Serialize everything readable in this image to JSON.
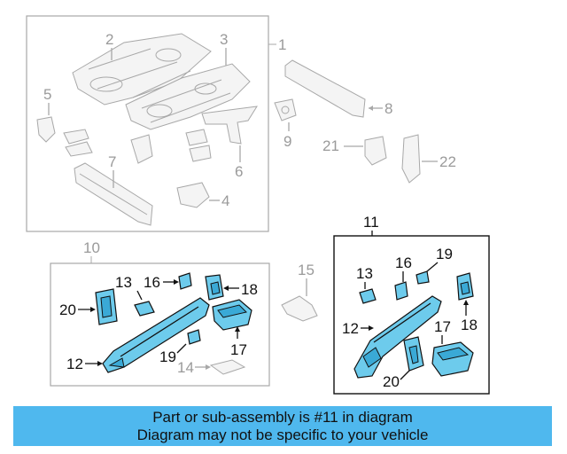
{
  "colors": {
    "highlight": "#6dcbec",
    "banner": "#4fb8ee",
    "ghost_outline": "#a8a8a8"
  },
  "callouts": {
    "c1": "1",
    "c2": "2",
    "c3": "3",
    "c4": "4",
    "c5": "5",
    "c6": "6",
    "c7": "7",
    "c8": "8",
    "c9": "9",
    "c10": "10",
    "c11": "11",
    "c12a": "12",
    "c12b": "12",
    "c13a": "13",
    "c13b": "13",
    "c14": "14",
    "c15": "15",
    "c16a": "16",
    "c16b": "16",
    "c17a": "17",
    "c17b": "17",
    "c18a": "18",
    "c18b": "18",
    "c19a": "19",
    "c19b": "19",
    "c20a": "20",
    "c20b": "20",
    "c21": "21",
    "c22": "22"
  },
  "banner": {
    "line1": "Part or sub-assembly is #11 in diagram",
    "line2": "Diagram may not be specific to your vehicle"
  }
}
